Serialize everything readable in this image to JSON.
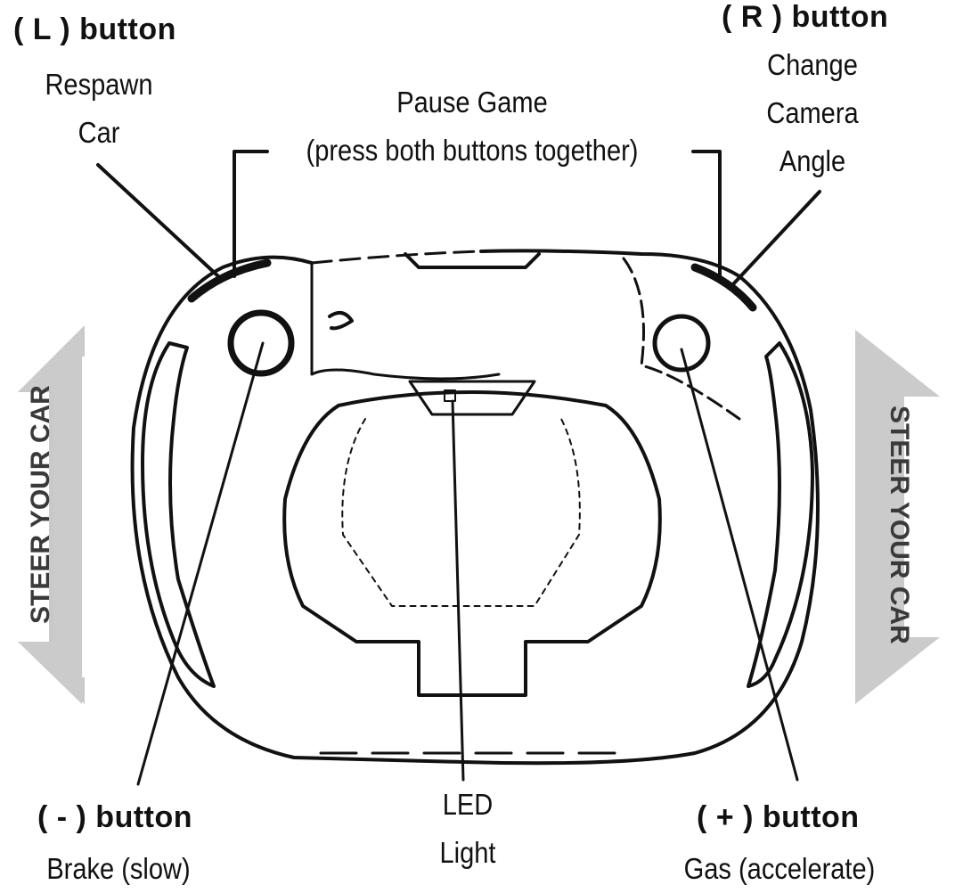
{
  "labels": {
    "l_button": {
      "title": "( L ) button",
      "desc": [
        "Respawn",
        "Car"
      ]
    },
    "r_button": {
      "title": "( R ) button",
      "desc": [
        "Change",
        "Camera",
        "Angle"
      ]
    },
    "pause": {
      "desc": [
        "Pause Game",
        "(press both buttons together)"
      ]
    },
    "minus_button": {
      "title": "( - ) button",
      "desc": [
        "Brake (slow)"
      ]
    },
    "plus_button": {
      "title": "( + ) button",
      "desc": [
        "Gas (accelerate)"
      ]
    },
    "led": {
      "desc": [
        "LED",
        "Light"
      ]
    }
  },
  "steer_text": "STEER YOUR CAR",
  "colors": {
    "ink": "#111111",
    "arrow": "#c8c8c8"
  }
}
